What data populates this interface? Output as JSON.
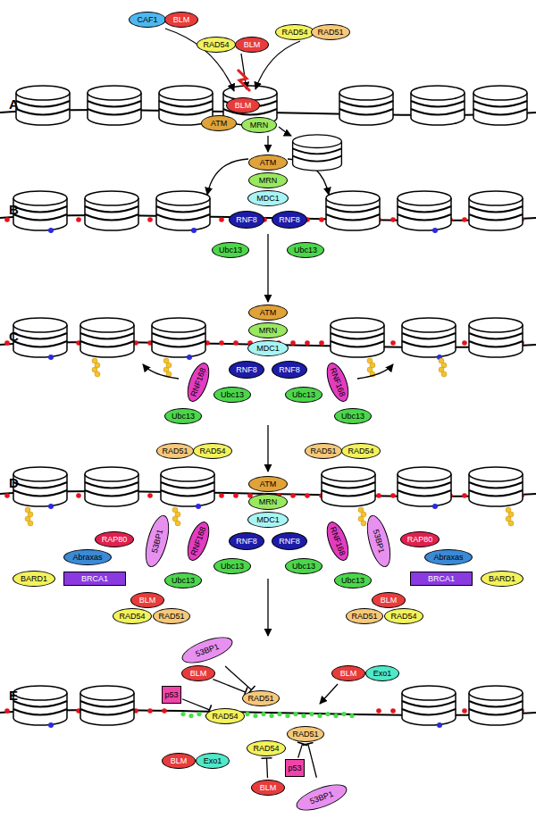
{
  "diagram": {
    "nodes": [
      {
        "text": [
          "CAF1"
        ]
      },
      {
        "text": [
          "BLM"
        ]
      },
      {
        "text": [
          "RAD54"
        ]
      },
      {
        "text": [
          "BLM"
        ]
      },
      {
        "text": [
          "RAD54"
        ]
      },
      {
        "text": [
          "RAD51"
        ]
      },
      {
        "text": [
          "BLM"
        ]
      },
      {
        "text": [
          "ATM"
        ]
      },
      {
        "text": [
          "MRN"
        ]
      },
      {
        "text": [
          "ATM"
        ]
      },
      {
        "text": [
          "MRN"
        ]
      },
      {
        "text": [
          "MDC1"
        ]
      },
      {
        "text": [
          "RNF8"
        ]
      },
      {
        "text": [
          "RNF8"
        ]
      },
      {
        "text": [
          "Ubc13"
        ]
      },
      {
        "text": [
          "Ubc13"
        ]
      },
      {
        "text": [
          "ATM"
        ]
      },
      {
        "text": [
          "MRN"
        ]
      },
      {
        "text": [
          "MDC1"
        ]
      },
      {
        "text": [
          "RNF168"
        ]
      },
      {
        "text": [
          "RNF8"
        ]
      },
      {
        "text": [
          "RNF8"
        ]
      },
      {
        "text": [
          "RNF168"
        ]
      },
      {
        "text": [
          "Ubc13"
        ]
      },
      {
        "text": [
          "Ubc13"
        ]
      },
      {
        "text": [
          "Ubc13"
        ]
      },
      {
        "text": [
          "Ubc13"
        ]
      },
      {
        "text": [
          "RAD51"
        ]
      },
      {
        "text": [
          "RAD54"
        ]
      },
      {
        "text": [
          "RAD51"
        ]
      },
      {
        "text": [
          "RAD54"
        ]
      },
      {
        "text": [
          "ATM"
        ]
      },
      {
        "text": [
          "MRN"
        ]
      },
      {
        "text": [
          "MDC1"
        ]
      },
      {
        "text": [
          "RAP80"
        ]
      },
      {
        "text": [
          "Abraxas"
        ]
      },
      {
        "text": [
          "BARD1"
        ]
      },
      {
        "text": [
          "BRCA1"
        ]
      },
      {
        "text": [
          "53BP1"
        ]
      },
      {
        "text": [
          "RNF168"
        ]
      },
      {
        "text": [
          "RNF8"
        ]
      },
      {
        "text": [
          "RNF8"
        ]
      },
      {
        "text": [
          "RNF168"
        ]
      },
      {
        "text": [
          "53BP1"
        ]
      },
      {
        "text": [
          "RAP80"
        ]
      },
      {
        "text": [
          "Abraxas"
        ]
      },
      {
        "text": [
          "BRCA1"
        ]
      },
      {
        "text": [
          "BARD1"
        ]
      },
      {
        "text": [
          "Ubc13"
        ]
      },
      {
        "text": [
          "Ubc13"
        ]
      },
      {
        "text": [
          "Ubc13"
        ]
      },
      {
        "text": [
          "Ubc13"
        ]
      },
      {
        "text": [
          "BLM"
        ]
      },
      {
        "text": [
          "RAD54"
        ]
      },
      {
        "text": [
          "RAD51"
        ]
      },
      {
        "text": [
          "BLM"
        ]
      },
      {
        "text": [
          "RAD51"
        ]
      },
      {
        "text": [
          "RAD54"
        ]
      },
      {
        "text": [
          "53BP1"
        ]
      },
      {
        "text": [
          "BLM"
        ]
      },
      {
        "text": [
          "BLM"
        ]
      },
      {
        "text": [
          "Exo1"
        ]
      },
      {
        "text": [
          "p53"
        ]
      },
      {
        "text": [
          "RAD51"
        ]
      },
      {
        "text": [
          "RAD54"
        ]
      },
      {
        "text": [
          "RAD51"
        ]
      },
      {
        "text": [
          "RAD54"
        ]
      },
      {
        "text": [
          "BLM"
        ]
      },
      {
        "text": [
          "Exo1"
        ]
      },
      {
        "text": [
          "p53"
        ]
      },
      {
        "text": [
          "BLM"
        ]
      },
      {
        "text": [
          "53BP1"
        ]
      }
    ],
    "edges": [
      {
        "from": 58,
        "to": 63,
        "arrow": "to"
      },
      {
        "from": 59,
        "to": 63,
        "arrow": "to"
      },
      {
        "from": 62,
        "to": 64,
        "arrow": "to"
      },
      {
        "from": 69,
        "to": 65,
        "arrow": "to"
      },
      {
        "from": 70,
        "to": 66,
        "arrow": "to"
      },
      {
        "from": 71,
        "to": 65,
        "arrow": "to"
      }
    ],
    "labels": [
      "A",
      "B",
      "C",
      "D",
      "E"
    ]
  }
}
